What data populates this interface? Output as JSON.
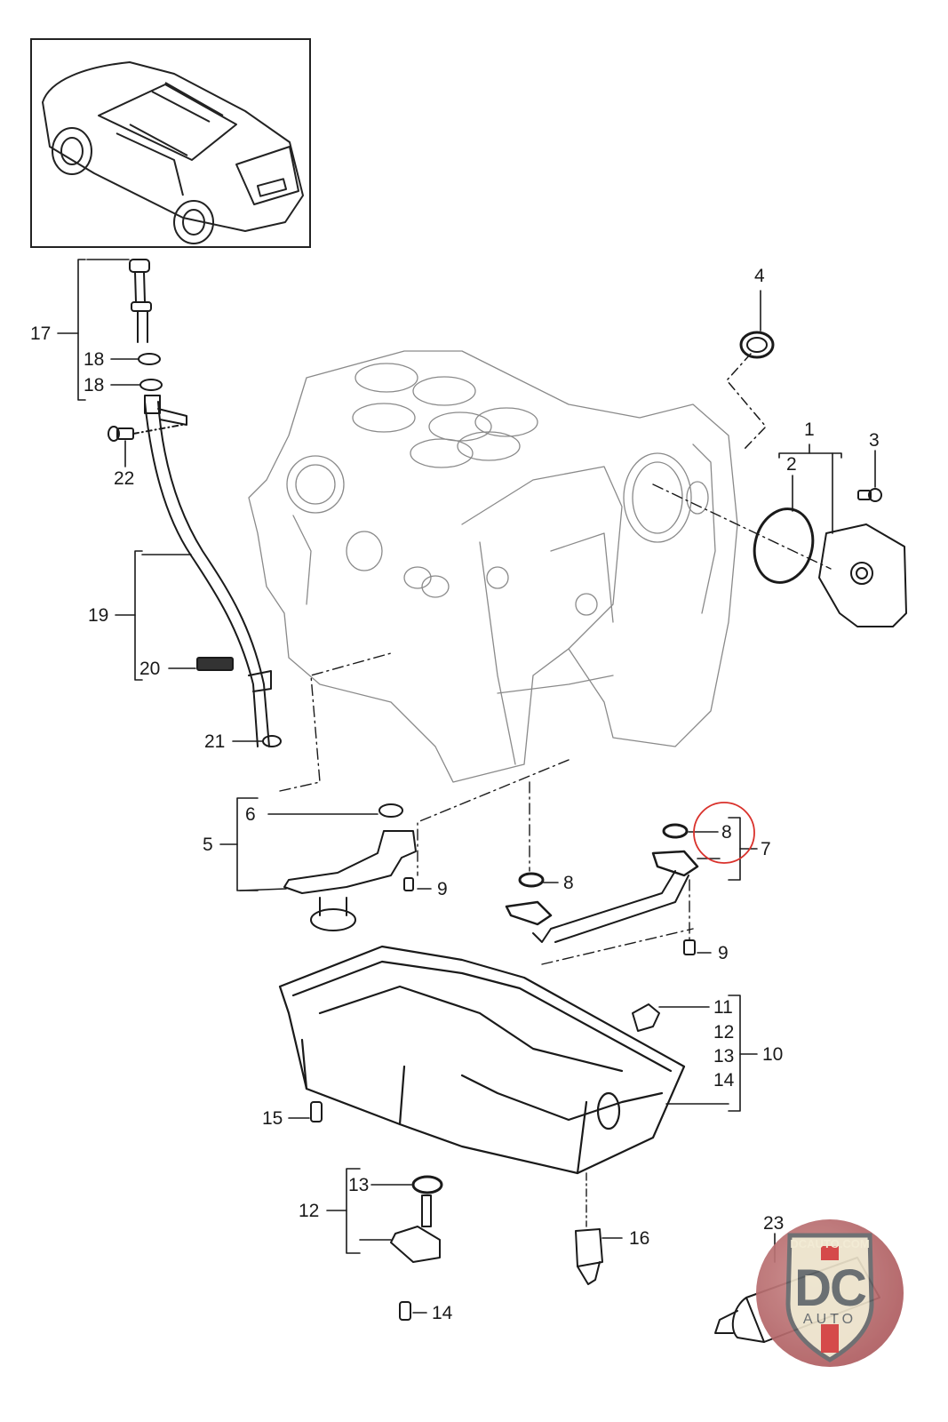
{
  "diagram": {
    "subject": "Engine crankcase, oil pump and oil pan exploded parts diagram",
    "vehicle_thumbnail": "suv-rear-three-quarter-view",
    "highlight": {
      "part": "8",
      "shape": "circle",
      "color": "#d9312b"
    },
    "line_color": "#1a1a1a",
    "callouts": [
      {
        "id": "c1",
        "label": "1"
      },
      {
        "id": "c2",
        "label": "2"
      },
      {
        "id": "c3",
        "label": "3"
      },
      {
        "id": "c4",
        "label": "4"
      },
      {
        "id": "c5",
        "label": "5"
      },
      {
        "id": "c6",
        "label": "6"
      },
      {
        "id": "c7",
        "label": "7"
      },
      {
        "id": "c8a",
        "label": "8"
      },
      {
        "id": "c8b",
        "label": "8"
      },
      {
        "id": "c9a",
        "label": "9"
      },
      {
        "id": "c9b",
        "label": "9"
      },
      {
        "id": "c10",
        "label": "10"
      },
      {
        "id": "c11",
        "label": "11"
      },
      {
        "id": "c12a",
        "label": "12"
      },
      {
        "id": "c13a",
        "label": "13"
      },
      {
        "id": "c14a",
        "label": "14"
      },
      {
        "id": "c12b",
        "label": "12"
      },
      {
        "id": "c13b",
        "label": "13"
      },
      {
        "id": "c14b",
        "label": "14"
      },
      {
        "id": "c15",
        "label": "15"
      },
      {
        "id": "c16",
        "label": "16"
      },
      {
        "id": "c17",
        "label": "17"
      },
      {
        "id": "c18a",
        "label": "18"
      },
      {
        "id": "c18b",
        "label": "18"
      },
      {
        "id": "c19",
        "label": "19"
      },
      {
        "id": "c20",
        "label": "20"
      },
      {
        "id": "c21",
        "label": "21"
      },
      {
        "id": "c22",
        "label": "22"
      },
      {
        "id": "c23",
        "label": "23"
      }
    ]
  },
  "watermark": {
    "site": "DCAUTO.COM",
    "monogram": "DC",
    "word": "AUTO",
    "colors": {
      "shield": "#5f6468",
      "cream": "#efe8cf",
      "red": "#d23b3b",
      "circle": "#b36366"
    }
  }
}
